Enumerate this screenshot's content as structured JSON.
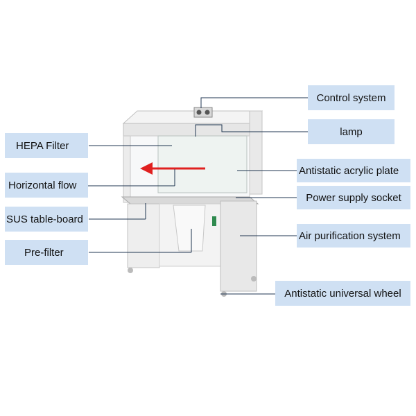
{
  "labels": {
    "control_system": "Control system",
    "lamp": "lamp",
    "hepa_filter": "HEPA Filter",
    "antistatic_acrylic_plate": "Antistatic acrylic plate",
    "horizontal_flow": "Horizontal flow",
    "power_supply_socket": "Power supply socket",
    "sus_table_board": "SUS table-board",
    "air_purification_system": "Air purification system",
    "pre_filter": "Pre-filter",
    "antistatic_universal_wheel": "Antistatic universal wheel"
  },
  "colors": {
    "label_bg": "#cfe0f3",
    "leader_line": "#1f3550",
    "flow_arrow": "#e02020",
    "cabinet": "#eeeeee",
    "cabinet_edge": "#b8b8b8"
  }
}
